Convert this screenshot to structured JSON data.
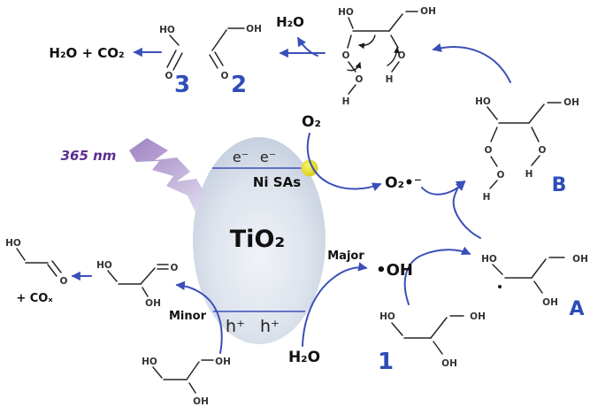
{
  "colors": {
    "arrow_blue": "#3a4fb8",
    "label_blue": "#2f4db8",
    "wavelength_purple": "#5b2f91",
    "ni_yellow": "#e0d928",
    "particle_gray_blue": "#c6cfdf",
    "bolt_purple": "#a98dc7"
  },
  "text": {
    "h2o_co2": "H₂O + CO₂",
    "num3": "3",
    "num2": "2",
    "h2o_top": "H₂O",
    "wavelength": "365 nm",
    "electron": "e⁻",
    "ni_sas": "Ni SAs",
    "tio2": "TiO₂",
    "o2": "O₂",
    "superoxide": "O₂•⁻",
    "major": "Major",
    "oh_radical": "•OH",
    "hole": "h⁺",
    "h2o_bottom": "H₂O",
    "minor": "Minor",
    "num1": "1",
    "labelA": "A",
    "labelB": "B",
    "cox": "+ COₓ"
  },
  "atoms": {
    "ho": "HO",
    "oh": "OH",
    "o": "O",
    "h": "H"
  }
}
